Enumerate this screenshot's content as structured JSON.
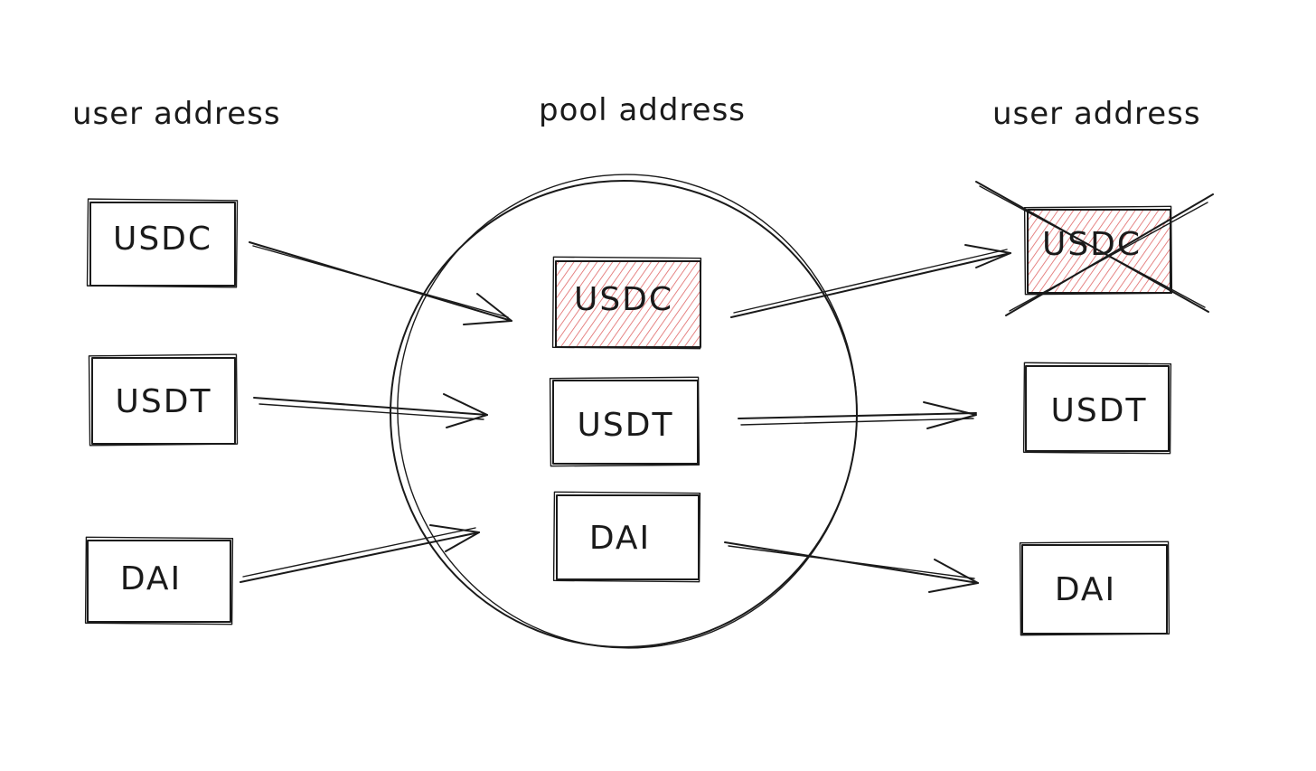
{
  "columns": {
    "left": {
      "title": "user address"
    },
    "center": {
      "title": "pool address"
    },
    "right": {
      "title": "user address"
    }
  },
  "tokens": {
    "left": [
      "USDC",
      "USDT",
      "DAI"
    ],
    "center": [
      "USDC",
      "USDT",
      "DAI"
    ],
    "right": [
      "USDC",
      "USDT",
      "DAI"
    ]
  },
  "highlight": {
    "token": "USDC",
    "fill_color": "#e06666",
    "right_usdc_crossed_out": true
  }
}
